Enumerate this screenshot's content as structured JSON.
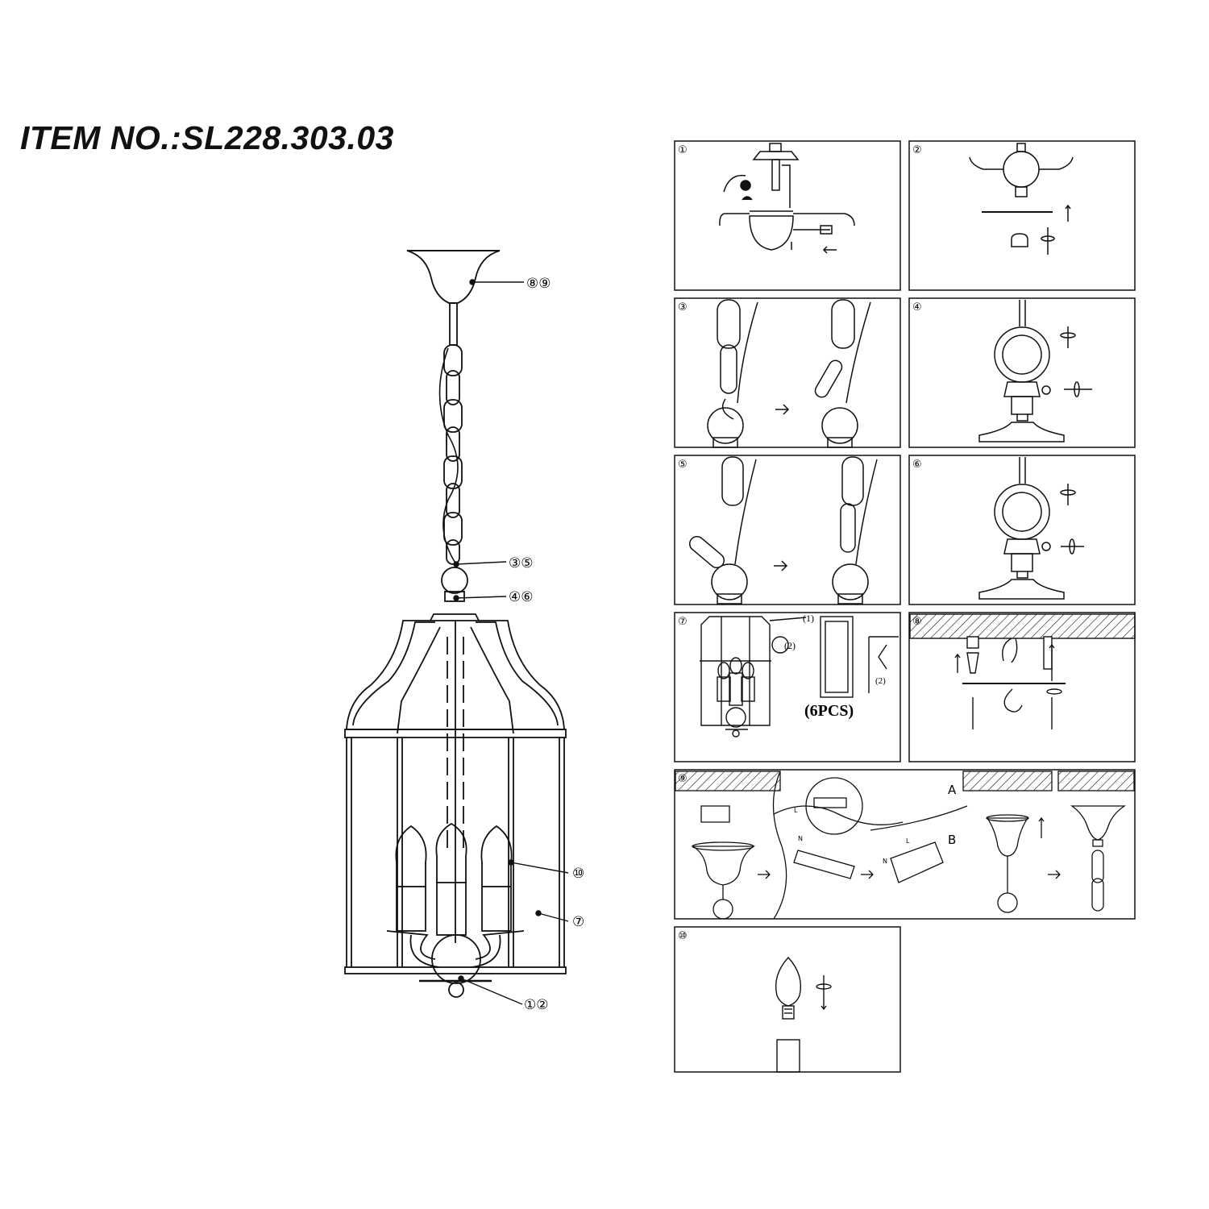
{
  "title": "ITEM NO.:SL228.303.03",
  "callouts": {
    "c89": "⑧⑨",
    "c35": "③⑤",
    "c46": "④⑥",
    "c10": "⑩",
    "c7": "⑦",
    "c12": "①②"
  },
  "steps": [
    {
      "number": "①"
    },
    {
      "number": "②"
    },
    {
      "number": "③"
    },
    {
      "number": "④"
    },
    {
      "number": "⑤"
    },
    {
      "number": "⑥"
    },
    {
      "number": "⑦",
      "panel_label": "(1)",
      "cage_label": "(2)",
      "door_label": "(2)",
      "count_label": "(6PCS)"
    },
    {
      "number": "⑧"
    },
    {
      "number": "⑨",
      "option_a": "A",
      "option_b": "B",
      "wire_l_top": "L",
      "wire_n_top": "N",
      "wire_l_bottom": "L",
      "wire_n_bottom": "N"
    },
    {
      "number": "⑩"
    }
  ],
  "colors": {
    "line": "#111111",
    "background": "#ffffff"
  }
}
